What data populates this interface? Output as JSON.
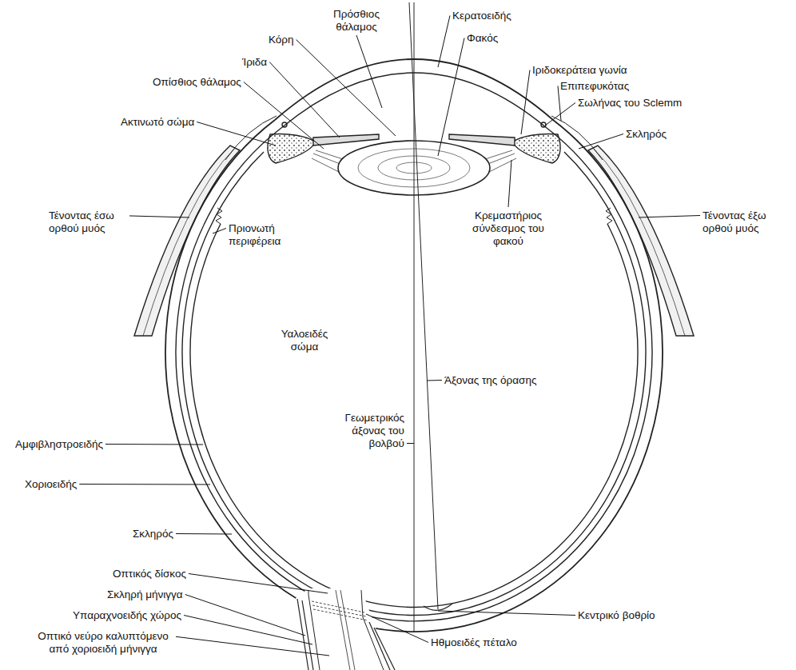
{
  "diagram": {
    "labels": [
      "Πρόσθιος θάλαμος",
      "Κόρη",
      "Κερατοειδής",
      "Φακός",
      "Ίριδα",
      "Οπίσθιος θάλαμος",
      "Ιριδοκεράτεια γωνία",
      "Επιπεφυκότας",
      "Ακτινωτό σώμα",
      "Σωλήνας του Sclemm",
      "Σκληρός",
      "Τένοντας έσω ορθού μυός",
      "Πριονωτή περιφέρεια",
      "Κρεμαστήριος σύνδεσμος του φακού",
      "Τένοντας έξω ορθού μυός",
      "Υαλοειδές σώμα",
      "Άξονας της όρασης",
      "Γεωμετρικός άξονας του βολβού",
      "Αμφιβληστροειδής",
      "Χοριοειδής",
      "Σκληρός",
      "Οπτικός δίσκος",
      "Σκληρή μήνιγγα",
      "Υπαραχνοειδής χώρος",
      "Οπτικό νεύρο καλυπτόμενο από χοριοειδή μήνιγγα",
      "Κεντρικό βοθρίο",
      "Ηθμοειδές πέταλο"
    ]
  }
}
